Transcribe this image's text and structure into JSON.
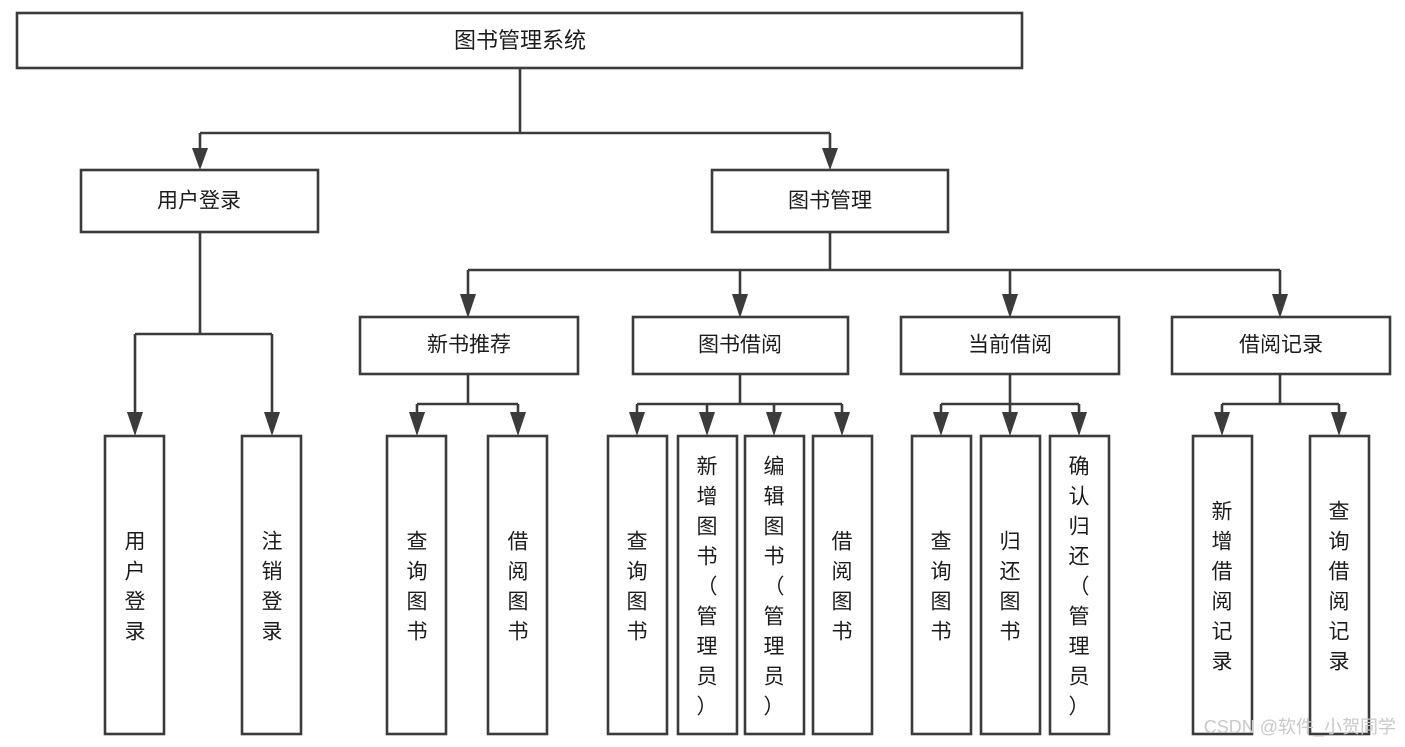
{
  "diagram": {
    "type": "tree-hierarchy-chart",
    "title": "图书管理系统",
    "background_color": "#ffffff",
    "box_stroke_color": "#3b3b3b",
    "text_color": "#1c1c1c",
    "levels": {
      "level1": [
        "图书管理系统"
      ],
      "level2": [
        "用户登录",
        "图书管理"
      ],
      "level3": [
        "新书推荐",
        "图书借阅",
        "当前借阅",
        "借阅记录"
      ],
      "level4": [
        "用户登录",
        "注销登录",
        "查询图书",
        "借阅图书",
        "查询图书",
        "新增图书（管理员）",
        "编辑图书（管理员）",
        "借阅图书",
        "查询图书",
        "归还图书",
        "确认归还（管理员）",
        "新增借阅记录",
        "查询借阅记录"
      ]
    },
    "nodes": {
      "root": {
        "label": "图书管理系统"
      },
      "user_login": {
        "label": "用户登录"
      },
      "book_manage": {
        "label": "图书管理"
      },
      "new_book_rec": {
        "label": "新书推荐"
      },
      "book_borrow": {
        "label": "图书借阅"
      },
      "current_borrow": {
        "label": "当前借阅"
      },
      "borrow_record": {
        "label": "借阅记录"
      },
      "leaf_user_login": {
        "label": "用户登录"
      },
      "leaf_logout": {
        "label": "注销登录"
      },
      "leaf_query_book_a": {
        "label": "查询图书"
      },
      "leaf_borrow_book_a": {
        "label": "借阅图书"
      },
      "leaf_query_book_b": {
        "label": "查询图书"
      },
      "leaf_add_book": {
        "label": "新增图书（管理员）"
      },
      "leaf_edit_book": {
        "label": "编辑图书（管理员）"
      },
      "leaf_borrow_book_b": {
        "label": "借阅图书"
      },
      "leaf_query_book_c": {
        "label": "查询图书"
      },
      "leaf_return_book": {
        "label": "归还图书"
      },
      "leaf_confirm_return": {
        "label": "确认归还（管理员）"
      },
      "leaf_add_record": {
        "label": "新增借阅记录"
      },
      "leaf_query_record": {
        "label": "查询借阅记录"
      }
    }
  },
  "watermark": {
    "text": "CSDN @软件_小贺同学",
    "color": "#c9c9c9"
  }
}
